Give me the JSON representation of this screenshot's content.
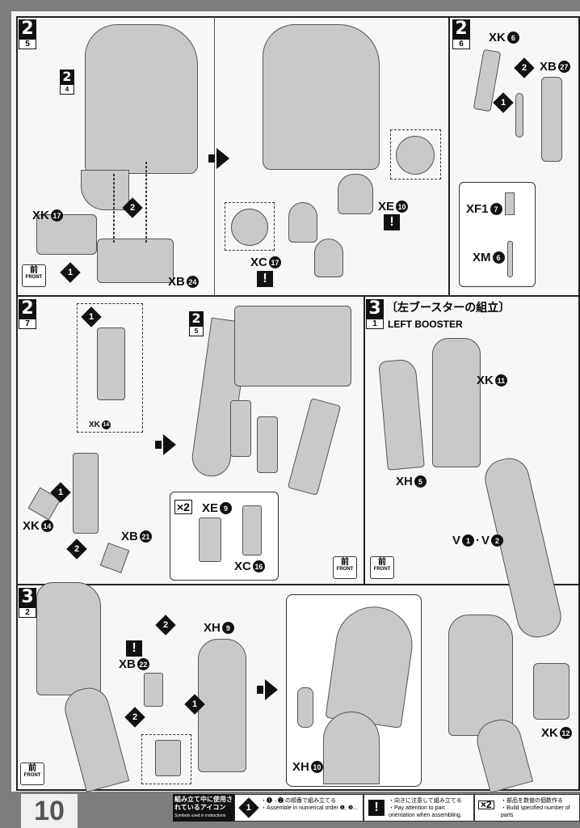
{
  "page_number": "10",
  "panels": {
    "p25": {
      "step": "2",
      "sub": "5",
      "ref_step": "2",
      "ref_sub": "4",
      "parts": [
        {
          "code": "XK",
          "num": "17"
        },
        {
          "code": "XB",
          "num": "24"
        }
      ],
      "order": [
        "1",
        "2"
      ],
      "front": {
        "kanji": "前",
        "label": "FRONT"
      }
    },
    "p25b": {
      "parts": [
        {
          "code": "XE",
          "num": "10"
        },
        {
          "code": "XC",
          "num": "17"
        }
      ],
      "warn": "!"
    },
    "p26": {
      "step": "2",
      "sub": "6",
      "parts": [
        {
          "code": "XK",
          "num": "6"
        },
        {
          "code": "XB",
          "num": "27"
        },
        {
          "code": "XF1",
          "num": "7"
        },
        {
          "code": "XM",
          "num": "6"
        }
      ],
      "order": [
        "1",
        "2"
      ]
    },
    "p27": {
      "step": "2",
      "sub": "7",
      "ref_step": "2",
      "ref_sub": "5",
      "parts": [
        {
          "code": "XK",
          "num": "14"
        },
        {
          "code": "XK",
          "num": "14"
        },
        {
          "code": "XB",
          "num": "21"
        },
        {
          "code": "XE",
          "num": "9"
        },
        {
          "code": "XC",
          "num": "16"
        }
      ],
      "order": [
        "1",
        "1",
        "2"
      ],
      "multiplier": "×2",
      "front": {
        "kanji": "前",
        "label": "FRONT"
      }
    },
    "p31": {
      "step": "3",
      "sub": "1",
      "title_jp": "〔左ブースターの組立〕",
      "title_en": "LEFT BOOSTER",
      "parts": [
        {
          "code": "XK",
          "num": "11"
        },
        {
          "code": "XH",
          "num": "5"
        },
        {
          "code": "V",
          "num": "1"
        },
        {
          "code": "V",
          "num": "2"
        }
      ],
      "front": {
        "kanji": "前",
        "label": "FRONT"
      }
    },
    "p32": {
      "step": "3",
      "sub": "2",
      "parts": [
        {
          "code": "XH",
          "num": "9"
        },
        {
          "code": "XB",
          "num": "22"
        },
        {
          "code": "XH",
          "num": "10"
        },
        {
          "code": "XK",
          "num": "12"
        }
      ],
      "order": [
        "2",
        "1",
        "2"
      ],
      "warn": "!",
      "front": {
        "kanji": "前",
        "label": "FRONT"
      }
    }
  },
  "legend": {
    "title_jp": "組み立て中に使用されているアイコン",
    "title_en": "Symbols used in instructions",
    "order_icon": "1",
    "order_jp": "・❶→❷ の順番で組み立てる",
    "order_en": "・Assemble in numerical order ❶, ❷...",
    "warn_icon": "!",
    "warn_jp": "・向きに注意して組み立てる",
    "warn_en": "・Pay attention to part orientation when assembling.",
    "mult_icon": "×2",
    "mult_jp": "・部品を数値の個数作る",
    "mult_en": "・Build specified number of parts"
  }
}
